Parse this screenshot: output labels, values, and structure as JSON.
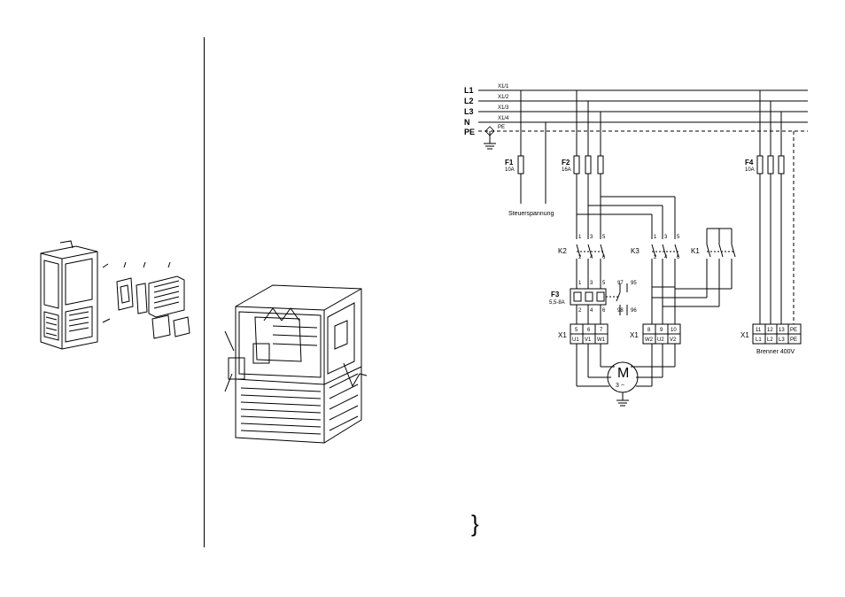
{
  "bus": {
    "labels": [
      "L1",
      "L2",
      "L3",
      "N",
      "PE"
    ],
    "terminals": [
      "X1/1",
      "X1/2",
      "X1/3",
      "X1/4",
      "PE"
    ]
  },
  "fuses": {
    "f1": {
      "name": "F1",
      "rating": "10A"
    },
    "f2": {
      "name": "F2",
      "rating": "16A"
    },
    "f4": {
      "name": "F4",
      "rating": "10A"
    }
  },
  "control_voltage": "Steuerspannung",
  "contactors": {
    "k2": {
      "name": "K2",
      "top": [
        "1",
        "3",
        "5"
      ],
      "bottom": [
        "2",
        "4",
        "6"
      ]
    },
    "k3": {
      "name": "K3",
      "top": [
        "1",
        "3",
        "5"
      ],
      "bottom": [
        "2",
        "4",
        "6"
      ]
    },
    "k1": {
      "name": "K1"
    }
  },
  "relay": {
    "name": "F3",
    "range": "5,5-8A",
    "top": [
      "1",
      "3",
      "5"
    ],
    "bottom": [
      "2",
      "4",
      "6"
    ],
    "aux": [
      "97",
      "95",
      "98",
      "96"
    ]
  },
  "terminal_block_left": {
    "name": "X1",
    "numbers": [
      "5",
      "6",
      "7"
    ],
    "labels": [
      "U1",
      "V1",
      "W1"
    ]
  },
  "terminal_block_mid": {
    "name": "X1",
    "numbers": [
      "8",
      "9",
      "10"
    ],
    "labels": [
      "W2",
      "U2",
      "V2"
    ]
  },
  "terminal_block_right": {
    "name": "X1",
    "numbers": [
      "11",
      "12",
      "13",
      "PE"
    ],
    "labels": [
      "L1",
      "L2",
      "L3",
      "PE"
    ]
  },
  "motor": {
    "symbol": "M",
    "phase": "3 ~"
  },
  "burner": "Brenner 400V",
  "bracket": "}"
}
